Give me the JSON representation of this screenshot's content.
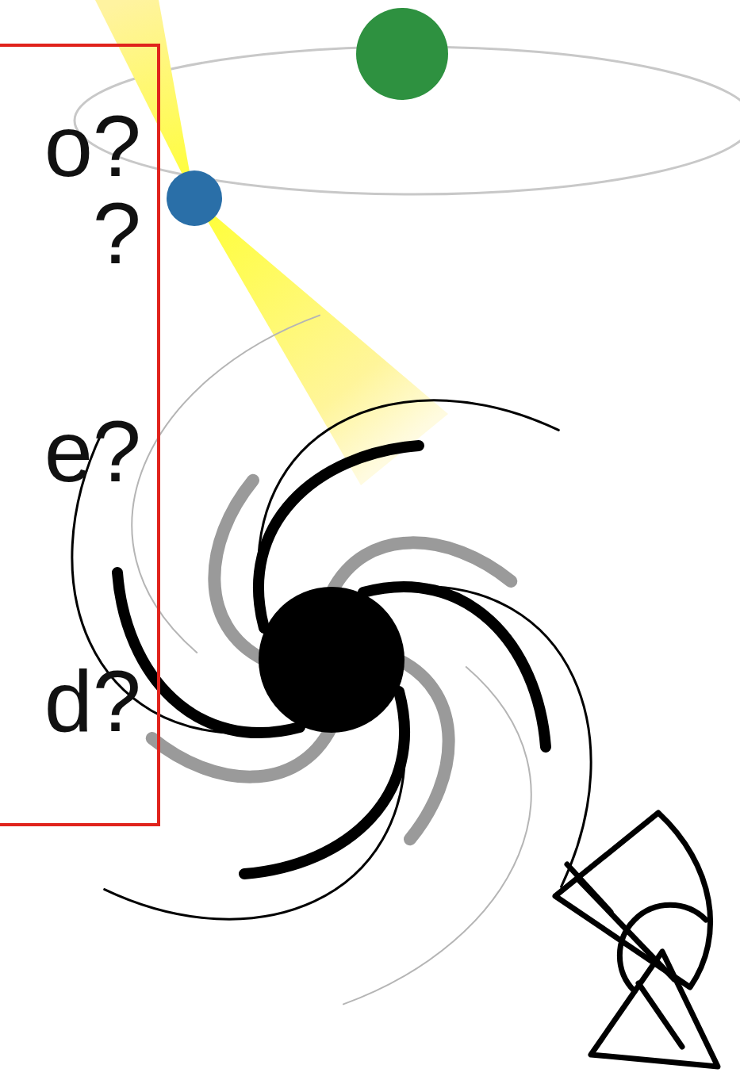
{
  "diagram": {
    "nodes": [
      {
        "text": [
          "o?",
          "?",
          "e?",
          "d?"
        ]
      }
    ]
  }
}
